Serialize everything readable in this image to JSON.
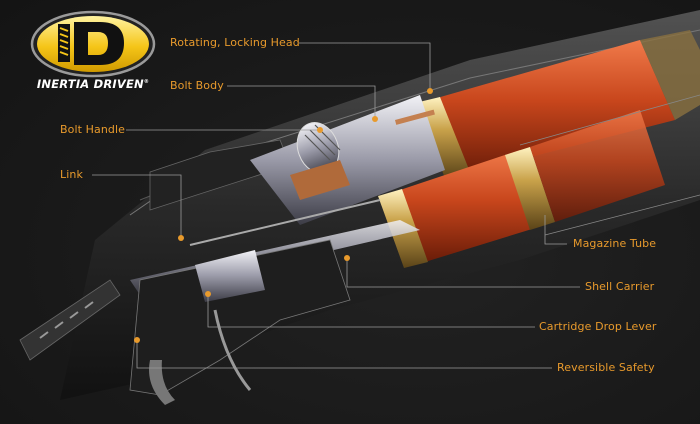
{
  "logo": {
    "brand_text": "INERTIA DRIVEN",
    "registered_mark": "®",
    "letter": "D",
    "colors": {
      "yellow": "#f5c518",
      "black": "#111111",
      "rim": "#9a9a9a"
    }
  },
  "accent_color": "#e89a2c",
  "leader_line_color": "#9a9a9a",
  "callouts": [
    {
      "id": "rotating-locking-head",
      "label": "Rotating, Locking Head"
    },
    {
      "id": "bolt-body",
      "label": "Bolt Body"
    },
    {
      "id": "bolt-handle",
      "label": "Bolt Handle"
    },
    {
      "id": "link",
      "label": "Link"
    },
    {
      "id": "magazine-tube",
      "label": "Magazine Tube"
    },
    {
      "id": "shell-carrier",
      "label": "Shell Carrier"
    },
    {
      "id": "cartridge-drop-lever",
      "label": "Cartridge Drop Lever"
    },
    {
      "id": "reversible-safety",
      "label": "Reversible Safety"
    }
  ]
}
